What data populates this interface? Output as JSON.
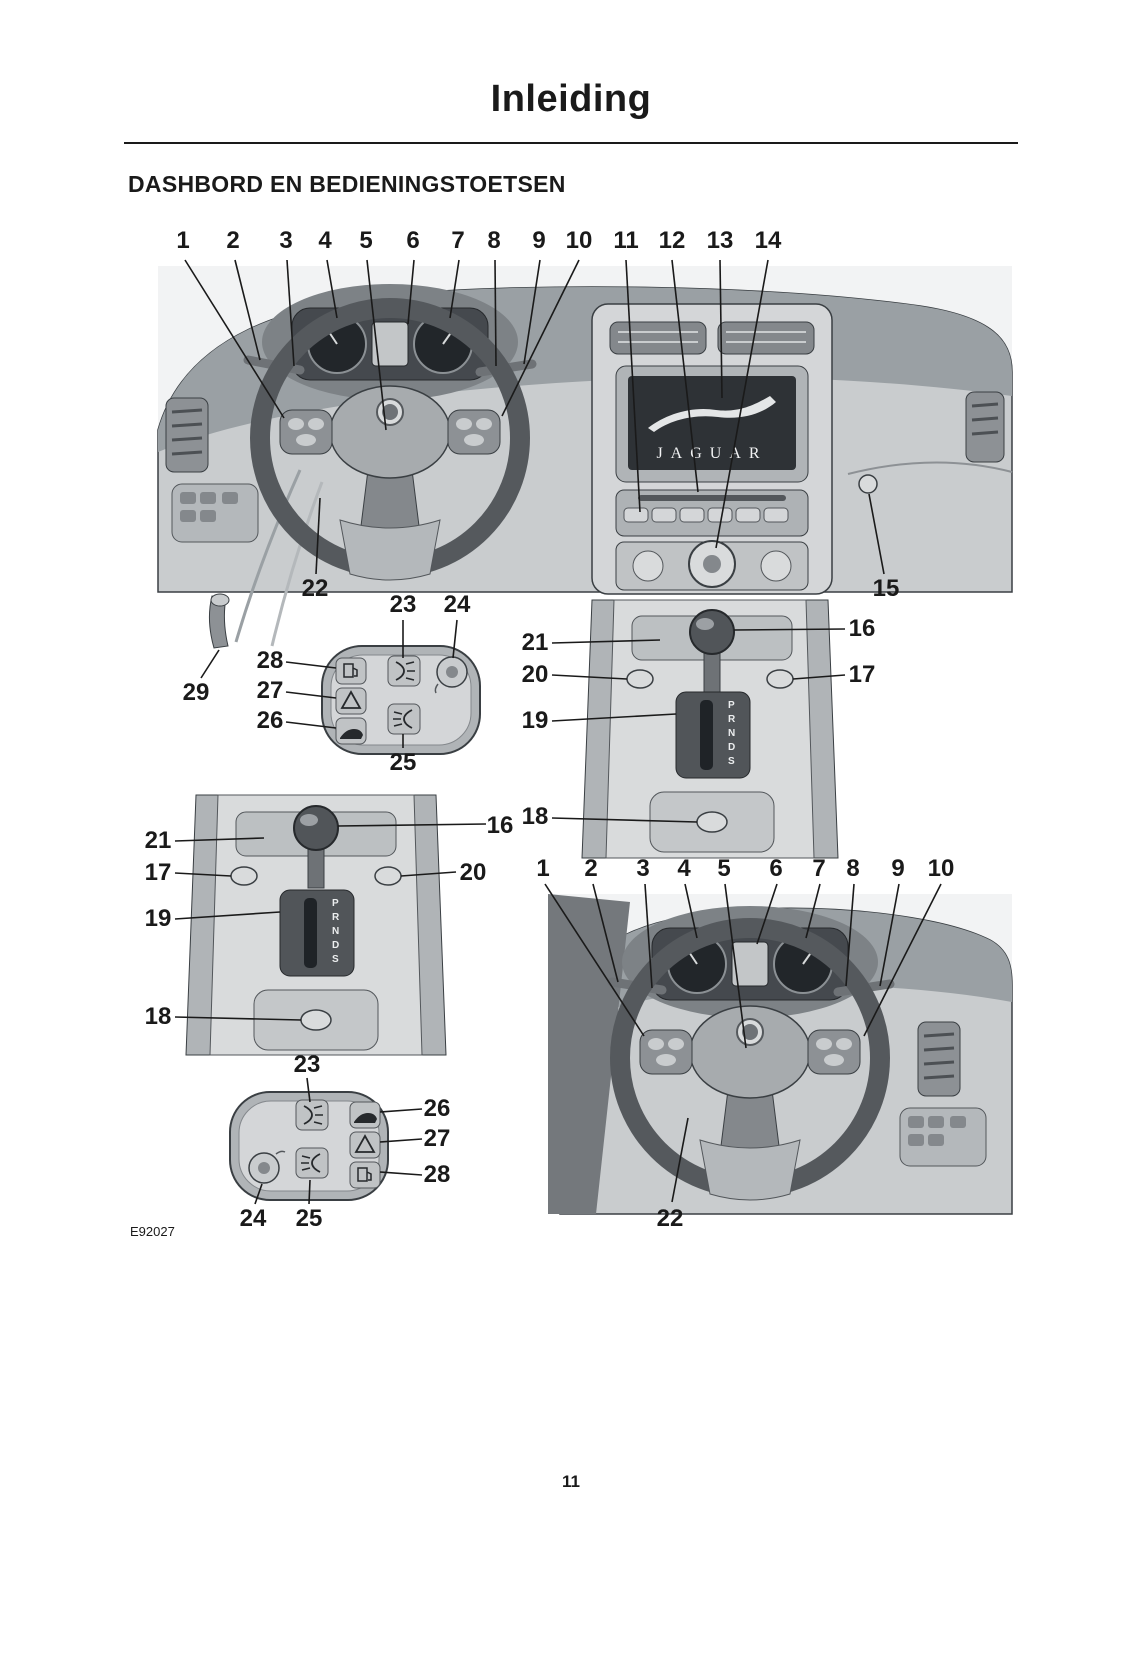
{
  "page": {
    "title": "Inleiding",
    "section_heading": "DASHBORD EN BEDIENINGSTOETSEN",
    "figure_code": "E92027",
    "page_number": "11"
  },
  "console": {
    "screen_text": "JAGUAR"
  },
  "gear_positions": [
    "P",
    "R",
    "N",
    "D",
    "S"
  ],
  "callout_numbers": {
    "c1": "1",
    "c2": "2",
    "c3": "3",
    "c4": "4",
    "c5": "5",
    "c6": "6",
    "c7": "7",
    "c8": "8",
    "c9": "9",
    "c10": "10",
    "c11": "11",
    "c12": "12",
    "c13": "13",
    "c14": "14",
    "c15": "15",
    "c16": "16",
    "c17": "17",
    "c18": "18",
    "c19": "19",
    "c20": "20",
    "c21": "21",
    "c22": "22",
    "c23": "23",
    "c24": "24",
    "c25": "25",
    "c26": "26",
    "c27": "27",
    "c28": "28",
    "c29": "29"
  },
  "icons": {
    "pod_buttons": [
      "fuel-filler",
      "hazard-warning",
      "boot-release",
      "front-fog",
      "rear-fog",
      "headlamp-levelling-knob"
    ]
  }
}
